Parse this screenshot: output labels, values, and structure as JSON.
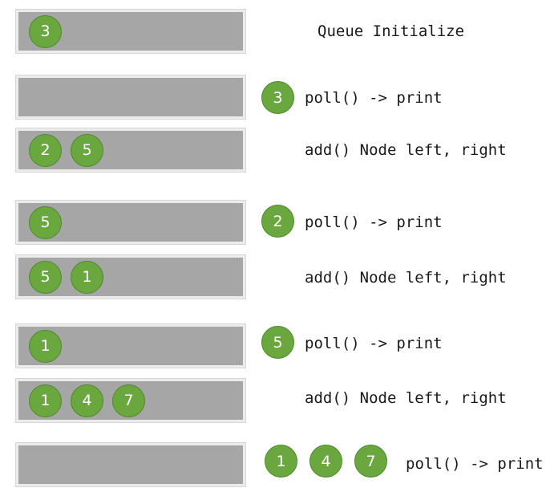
{
  "steps": [
    {
      "queue": [
        "3"
      ],
      "label": "Queue Initialize",
      "popped": null
    },
    {
      "queue": [],
      "label": "poll() -> print",
      "popped": "3"
    },
    {
      "queue": [
        "2",
        "5"
      ],
      "label": "add() Node left, right",
      "popped": null
    },
    {
      "queue": [
        "5"
      ],
      "label": "poll() -> print",
      "popped": "2"
    },
    {
      "queue": [
        "5",
        "1"
      ],
      "label": "add() Node left, right",
      "popped": null
    },
    {
      "queue": [
        "1"
      ],
      "label": "poll() -> print",
      "popped": "5"
    },
    {
      "queue": [
        "1",
        "4",
        "7"
      ],
      "label": "add() Node left, right",
      "popped": null
    },
    {
      "queue": [],
      "label": "poll() -> print",
      "popped_nodes": [
        "1",
        "4",
        "7"
      ]
    }
  ],
  "colors": {
    "node_fill": "#6aa73f",
    "queue_fill": "#a6a6a6",
    "text": "#1a1a1a"
  }
}
